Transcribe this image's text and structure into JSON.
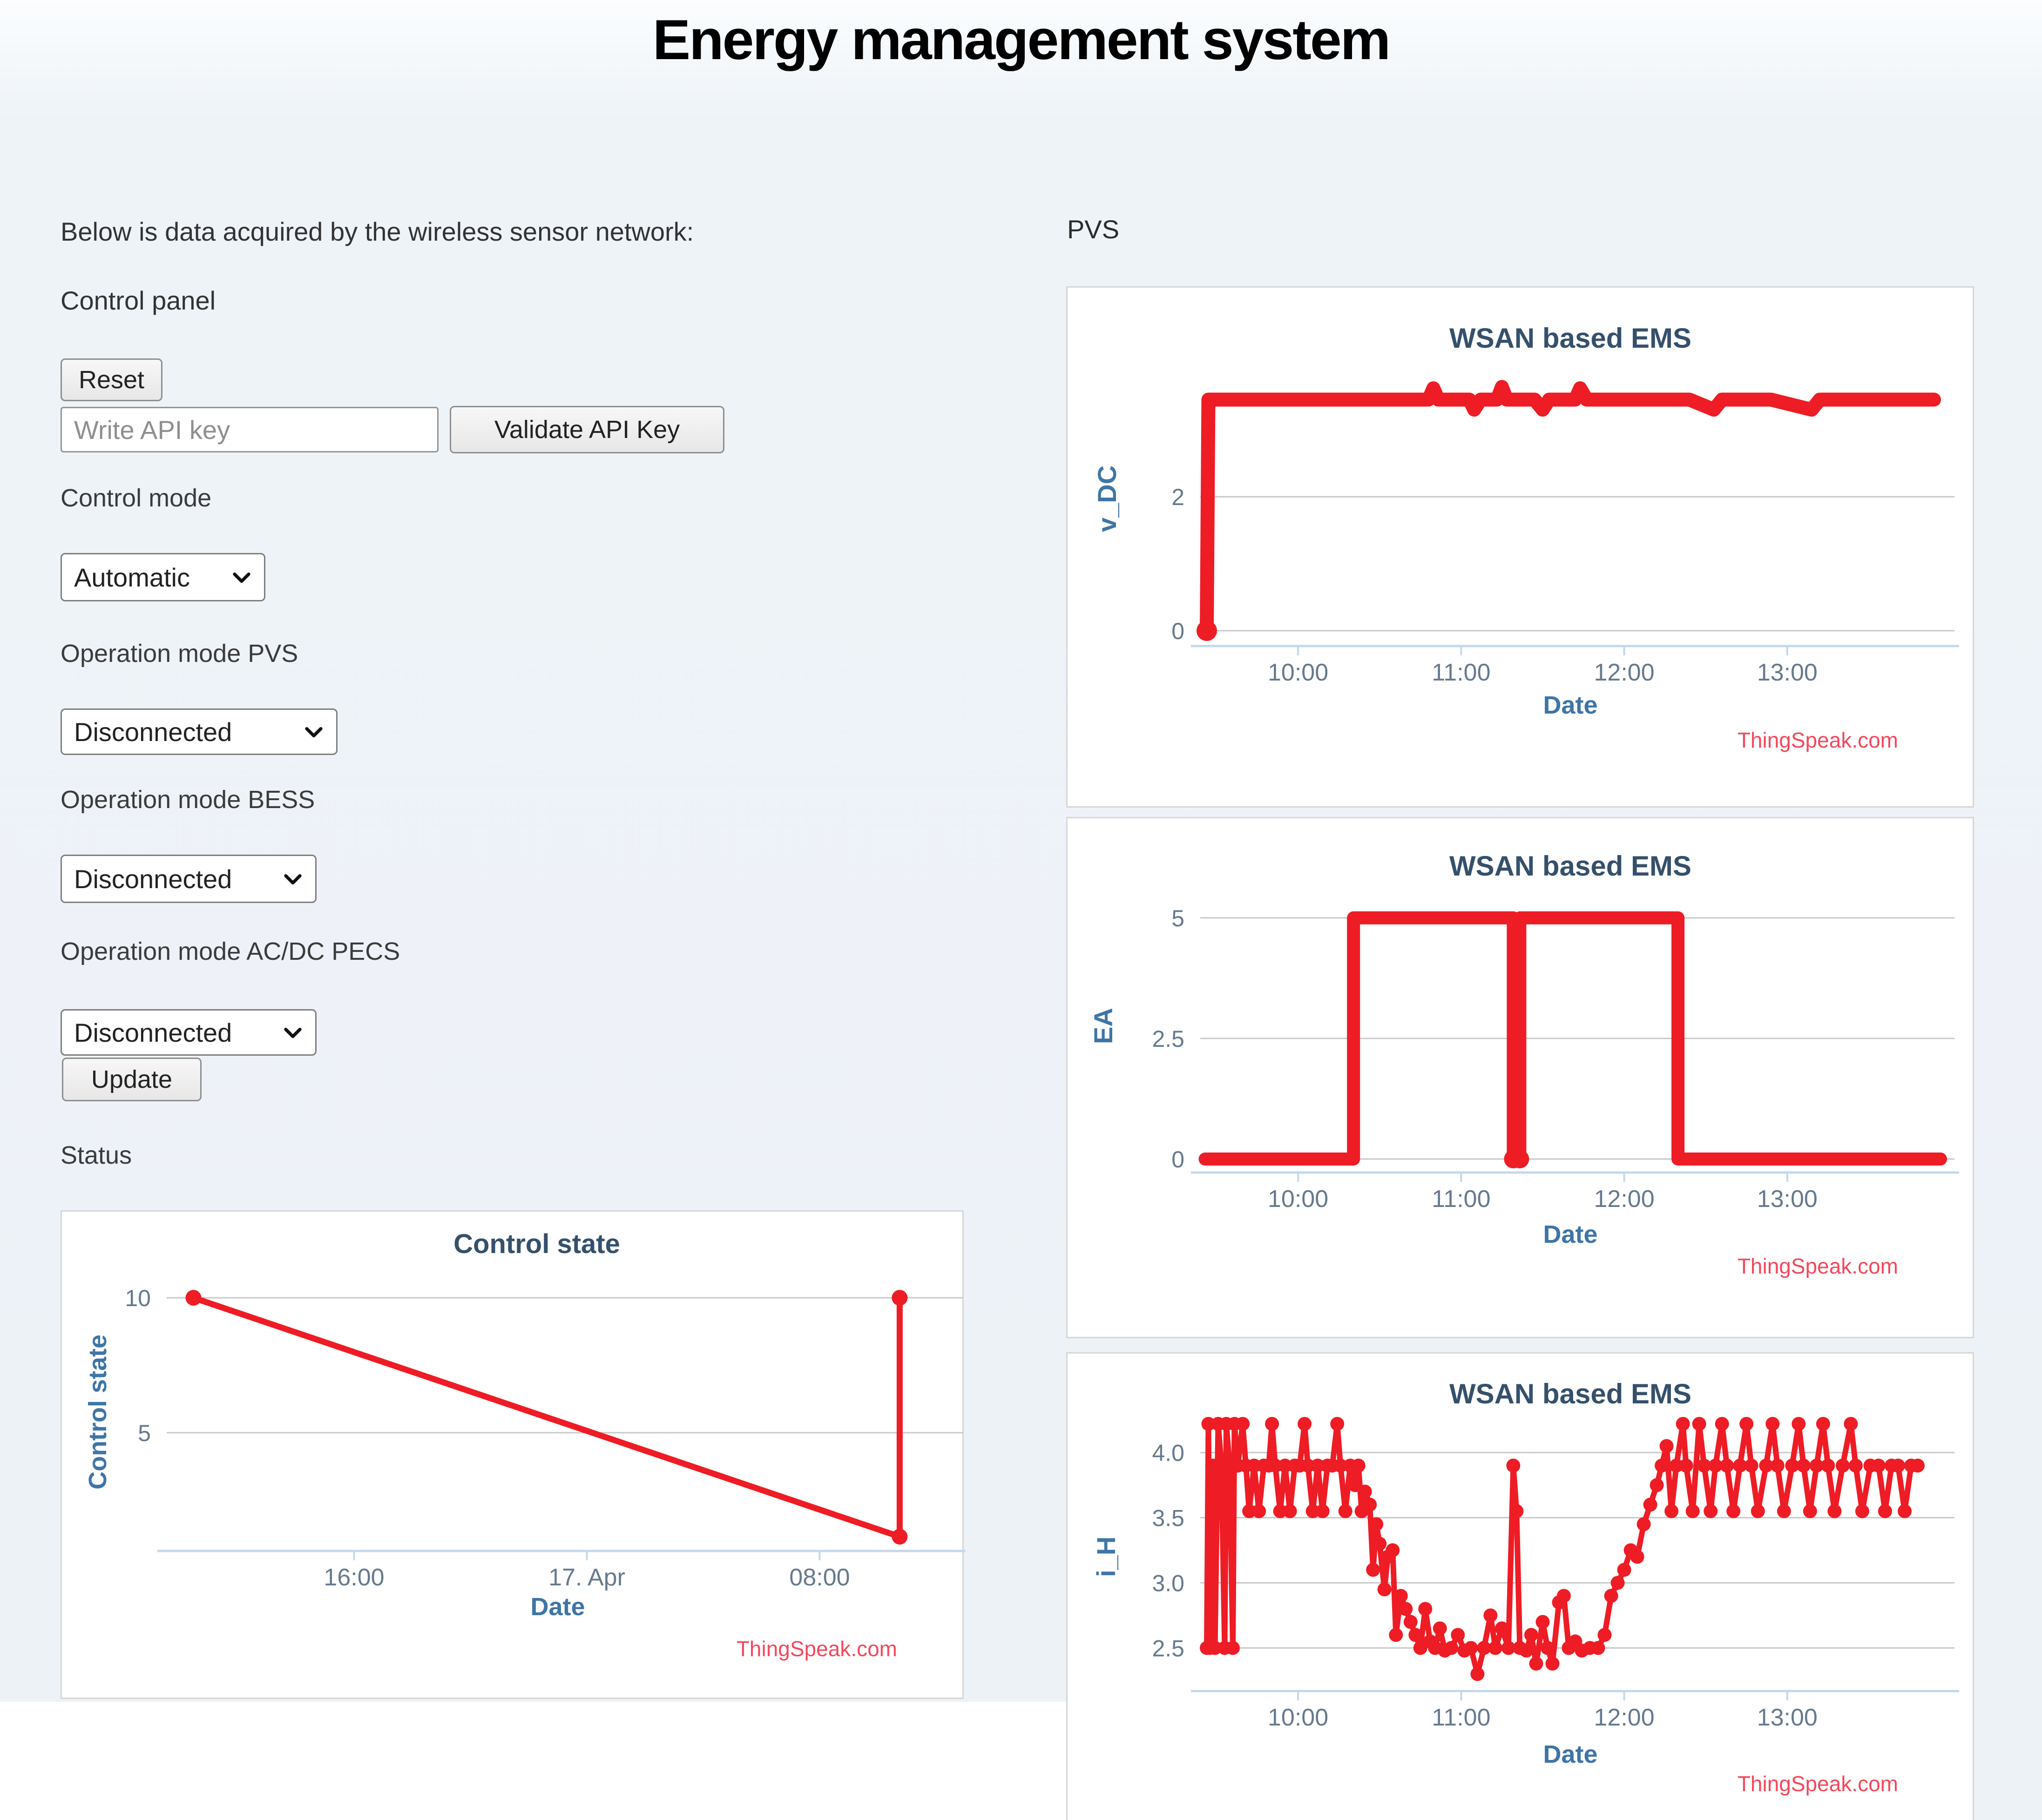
{
  "page": {
    "title": "Energy management system",
    "intro": "Below is data acquired by the wireless sensor network:",
    "pvs_heading": "PVS"
  },
  "control_panel": {
    "heading": "Control panel",
    "reset_label": "Reset",
    "api_key_placeholder": "Write API key",
    "api_key_value": "",
    "validate_label": "Validate API Key",
    "control_mode_label": "Control mode",
    "control_mode_value": "Automatic",
    "op_pvs_label": "Operation mode PVS",
    "op_pvs_value": "Disconnected",
    "op_bess_label": "Operation mode BESS",
    "op_bess_value": "Disconnected",
    "op_pecs_label": "Operation mode AC/DC PECS",
    "op_pecs_value": "Disconnected",
    "update_label": "Update",
    "status_label": "Status"
  },
  "colors": {
    "series_red": "#ee1c25",
    "chart_title": "#35506b",
    "axis_label": "#3f75a6",
    "tick_label": "#66798e",
    "gridline": "#c9c9c9",
    "axis_line": "#c3d8ea",
    "thingspeak_link": "#f4485c",
    "page_background": "#eef3f8",
    "panel_border": "#d6d6d6"
  },
  "chart_data": [
    {
      "id": "control_state",
      "type": "line",
      "title": "Control state",
      "xlabel": "Date",
      "ylabel": "Control state",
      "source_label": "ThingSpeak.com",
      "series_color": "#ee1c25",
      "x_unit": "decimal_hours_from_16_apr",
      "xlim": [
        9.56,
        36.44
      ],
      "xticks": {
        "values": [
          16,
          24,
          32
        ],
        "labels": [
          "16:00",
          "17. Apr",
          "08:00"
        ]
      },
      "ylim": [
        0.62,
        10.95
      ],
      "yticks": {
        "values": [
          5,
          10
        ],
        "labels": [
          "5",
          "10"
        ]
      },
      "points": [
        [
          10.48,
          10
        ],
        [
          34.75,
          1.15
        ],
        [
          34.75,
          10
        ]
      ]
    },
    {
      "id": "pvs_v_dc",
      "type": "line",
      "title": "WSAN based EMS",
      "xlabel": "Date",
      "ylabel": "v_DC",
      "source_label": "ThingSpeak.com",
      "series_color": "#ee1c25",
      "x_unit": "decimal_hours",
      "xlim": [
        9.4,
        13.94
      ],
      "xticks": {
        "values": [
          10,
          11,
          12,
          13
        ],
        "labels": [
          "10:00",
          "11:00",
          "12:00",
          "13:00"
        ]
      },
      "ylim": [
        0,
        3.94
      ],
      "yticks": {
        "values": [
          0,
          2
        ],
        "labels": [
          "0",
          "2"
        ]
      },
      "points": [
        [
          9.44,
          0
        ],
        [
          9.45,
          3.45
        ],
        [
          9.6,
          3.45
        ],
        [
          9.8,
          3.45
        ],
        [
          10.0,
          3.45
        ],
        [
          10.2,
          3.45
        ],
        [
          10.4,
          3.45
        ],
        [
          10.6,
          3.45
        ],
        [
          10.8,
          3.45
        ],
        [
          10.83,
          3.62
        ],
        [
          10.86,
          3.45
        ],
        [
          11.05,
          3.45
        ],
        [
          11.08,
          3.3
        ],
        [
          11.12,
          3.45
        ],
        [
          11.22,
          3.45
        ],
        [
          11.25,
          3.64
        ],
        [
          11.28,
          3.45
        ],
        [
          11.45,
          3.45
        ],
        [
          11.5,
          3.3
        ],
        [
          11.54,
          3.45
        ],
        [
          11.7,
          3.45
        ],
        [
          11.73,
          3.62
        ],
        [
          11.77,
          3.45
        ],
        [
          12.0,
          3.45
        ],
        [
          12.2,
          3.45
        ],
        [
          12.4,
          3.45
        ],
        [
          12.55,
          3.3
        ],
        [
          12.6,
          3.45
        ],
        [
          12.9,
          3.45
        ],
        [
          13.15,
          3.3
        ],
        [
          13.2,
          3.45
        ],
        [
          13.45,
          3.45
        ],
        [
          13.6,
          3.45
        ],
        [
          13.9,
          3.45
        ]
      ]
    },
    {
      "id": "pvs_ea",
      "type": "line",
      "title": "WSAN based EMS",
      "xlabel": "Date",
      "ylabel": "EA",
      "source_label": "ThingSpeak.com",
      "series_color": "#ee1c25",
      "x_unit": "decimal_hours",
      "xlim": [
        9.4,
        13.94
      ],
      "xticks": {
        "values": [
          10,
          11,
          12,
          13
        ],
        "labels": [
          "10:00",
          "11:00",
          "12:00",
          "13:00"
        ]
      },
      "ylim": [
        0,
        5.52
      ],
      "yticks": {
        "values": [
          0,
          2.5,
          5
        ],
        "labels": [
          "0",
          "2.5",
          "5"
        ]
      },
      "points": [
        [
          9.43,
          0
        ],
        [
          10.34,
          0
        ],
        [
          10.34,
          5
        ],
        [
          11.32,
          5
        ],
        [
          11.32,
          0
        ],
        [
          11.36,
          0
        ],
        [
          11.36,
          5
        ],
        [
          12.33,
          5
        ],
        [
          12.33,
          0
        ],
        [
          13.94,
          0
        ]
      ]
    },
    {
      "id": "pvs_i_h",
      "type": "line",
      "title": "WSAN based EMS",
      "xlabel": "Date",
      "ylabel": "i_H",
      "source_label": "ThingSpeak.com",
      "series_color": "#ee1c25",
      "x_unit": "decimal_hours",
      "xlim": [
        9.4,
        13.94
      ],
      "xticks": {
        "values": [
          10,
          11,
          12,
          13
        ],
        "labels": [
          "10:00",
          "11:00",
          "12:00",
          "13:00"
        ]
      },
      "ylim": [
        2.18,
        4.22
      ],
      "yticks": {
        "values": [
          2.5,
          3.0,
          3.5,
          4.0
        ],
        "labels": [
          "2.5",
          "3.0",
          "3.5",
          "4.0"
        ]
      },
      "points": [
        [
          9.44,
          2.5
        ],
        [
          9.45,
          4.22
        ],
        [
          9.46,
          2.5
        ],
        [
          9.48,
          3.9
        ],
        [
          9.49,
          2.5
        ],
        [
          9.51,
          4.22
        ],
        [
          9.53,
          3.9
        ],
        [
          9.55,
          2.5
        ],
        [
          9.56,
          4.22
        ],
        [
          9.58,
          3.9
        ],
        [
          9.6,
          2.5
        ],
        [
          9.61,
          4.22
        ],
        [
          9.63,
          3.9
        ],
        [
          9.66,
          4.22
        ],
        [
          9.68,
          3.9
        ],
        [
          9.7,
          3.55
        ],
        [
          9.73,
          3.9
        ],
        [
          9.76,
          3.55
        ],
        [
          9.79,
          3.9
        ],
        [
          9.82,
          3.9
        ],
        [
          9.84,
          4.22
        ],
        [
          9.86,
          3.9
        ],
        [
          9.89,
          3.55
        ],
        [
          9.92,
          3.9
        ],
        [
          9.95,
          3.55
        ],
        [
          9.98,
          3.9
        ],
        [
          10.01,
          3.9
        ],
        [
          10.04,
          4.22
        ],
        [
          10.06,
          3.9
        ],
        [
          10.09,
          3.55
        ],
        [
          10.12,
          3.9
        ],
        [
          10.15,
          3.55
        ],
        [
          10.18,
          3.9
        ],
        [
          10.21,
          3.9
        ],
        [
          10.24,
          4.22
        ],
        [
          10.26,
          3.9
        ],
        [
          10.29,
          3.55
        ],
        [
          10.32,
          3.9
        ],
        [
          10.35,
          3.75
        ],
        [
          10.37,
          3.9
        ],
        [
          10.39,
          3.55
        ],
        [
          10.41,
          3.7
        ],
        [
          10.44,
          3.6
        ],
        [
          10.46,
          3.1
        ],
        [
          10.48,
          3.45
        ],
        [
          10.5,
          3.3
        ],
        [
          10.53,
          2.95
        ],
        [
          10.55,
          3.2
        ],
        [
          10.58,
          3.25
        ],
        [
          10.6,
          2.6
        ],
        [
          10.63,
          2.9
        ],
        [
          10.66,
          2.8
        ],
        [
          10.69,
          2.7
        ],
        [
          10.72,
          2.6
        ],
        [
          10.75,
          2.5
        ],
        [
          10.78,
          2.8
        ],
        [
          10.81,
          2.55
        ],
        [
          10.84,
          2.5
        ],
        [
          10.87,
          2.65
        ],
        [
          10.9,
          2.48
        ],
        [
          10.94,
          2.5
        ],
        [
          10.98,
          2.6
        ],
        [
          11.02,
          2.48
        ],
        [
          11.06,
          2.5
        ],
        [
          11.1,
          2.3
        ],
        [
          11.14,
          2.5
        ],
        [
          11.18,
          2.75
        ],
        [
          11.21,
          2.5
        ],
        [
          11.25,
          2.65
        ],
        [
          11.29,
          2.5
        ],
        [
          11.32,
          3.9
        ],
        [
          11.34,
          3.55
        ],
        [
          11.36,
          2.5
        ],
        [
          11.4,
          2.48
        ],
        [
          11.43,
          2.6
        ],
        [
          11.46,
          2.38
        ],
        [
          11.5,
          2.7
        ],
        [
          11.53,
          2.5
        ],
        [
          11.56,
          2.38
        ],
        [
          11.6,
          2.85
        ],
        [
          11.63,
          2.9
        ],
        [
          11.66,
          2.5
        ],
        [
          11.7,
          2.55
        ],
        [
          11.74,
          2.48
        ],
        [
          11.79,
          2.5
        ],
        [
          11.84,
          2.5
        ],
        [
          11.88,
          2.6
        ],
        [
          11.92,
          2.9
        ],
        [
          11.96,
          3.0
        ],
        [
          12.0,
          3.1
        ],
        [
          12.04,
          3.25
        ],
        [
          12.08,
          3.2
        ],
        [
          12.12,
          3.45
        ],
        [
          12.16,
          3.6
        ],
        [
          12.2,
          3.75
        ],
        [
          12.23,
          3.9
        ],
        [
          12.26,
          4.05
        ],
        [
          12.29,
          3.55
        ],
        [
          12.32,
          3.9
        ],
        [
          12.36,
          4.22
        ],
        [
          12.38,
          3.9
        ],
        [
          12.42,
          3.55
        ],
        [
          12.46,
          4.22
        ],
        [
          12.49,
          3.9
        ],
        [
          12.53,
          3.55
        ],
        [
          12.56,
          3.9
        ],
        [
          12.6,
          4.22
        ],
        [
          12.63,
          3.9
        ],
        [
          12.67,
          3.55
        ],
        [
          12.71,
          3.9
        ],
        [
          12.75,
          4.22
        ],
        [
          12.78,
          3.9
        ],
        [
          12.82,
          3.55
        ],
        [
          12.87,
          3.9
        ],
        [
          12.91,
          4.22
        ],
        [
          12.94,
          3.9
        ],
        [
          12.98,
          3.55
        ],
        [
          13.03,
          3.9
        ],
        [
          13.07,
          4.22
        ],
        [
          13.1,
          3.9
        ],
        [
          13.14,
          3.55
        ],
        [
          13.18,
          3.9
        ],
        [
          13.22,
          4.22
        ],
        [
          13.25,
          3.9
        ],
        [
          13.29,
          3.55
        ],
        [
          13.34,
          3.9
        ],
        [
          13.39,
          4.22
        ],
        [
          13.42,
          3.9
        ],
        [
          13.46,
          3.55
        ],
        [
          13.51,
          3.9
        ],
        [
          13.56,
          3.9
        ],
        [
          13.6,
          3.55
        ],
        [
          13.64,
          3.9
        ],
        [
          13.68,
          3.9
        ],
        [
          13.72,
          3.55
        ],
        [
          13.76,
          3.9
        ],
        [
          13.8,
          3.9
        ]
      ]
    }
  ]
}
